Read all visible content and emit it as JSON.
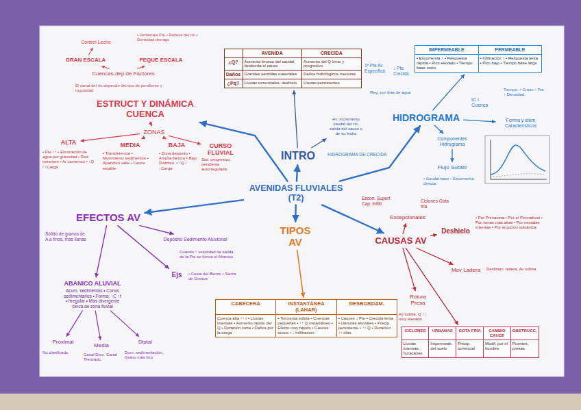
{
  "diagram": {
    "nodes": [
      {
        "text": [
          "AVENIDAS FLUVIALES (T2)"
        ]
      },
      {
        "text": [
          "INTRO"
        ]
      },
      {
        "text": [
          "TIPOS AV"
        ]
      },
      {
        "text": [
          "HIDROGRAMA"
        ]
      },
      {
        "text": [
          "CAUSAS AV"
        ]
      },
      {
        "text": [
          "EFECTOS AV"
        ]
      },
      {
        "text": [
          "ESTRUCT Y DINÁMICA CUENCA"
        ]
      },
      {
        "text": [
          "ZONAS"
        ]
      },
      {
        "text": [
          "ALTA"
        ]
      },
      {
        "text": [
          "MEDIA"
        ]
      },
      {
        "text": [
          "BAJA"
        ]
      },
      {
        "text": [
          "CURSO FLUVIAL"
        ]
      },
      {
        "text": [
          "GRAN ESCALA"
        ]
      },
      {
        "text": [
          "PEQUE ESCALA"
        ]
      },
      {
        "text": [
          "Cuencas dep de Factores"
        ]
      },
      {
        "text": [
          "Control Lecho"
        ]
      },
      {
        "text": [
          "AVENIDA",
          "CRECIDA",
          "¿Q?",
          "Aumento brusco del caudal, desborda el cauce",
          "Aumento del Q lento y progresivo",
          "Daños",
          "Grandes pérdidas materiales",
          "Daños hidrológicos menores",
          "¿Pq?",
          "Lluvias torrenciales, deshielo",
          "Lluvias persistentes"
        ]
      },
      {
        "text": [
          "Av: incremento caudal del río, salida del cauce o de su lecho"
        ]
      },
      {
        "text": [
          "ABANICO ALUVIAL",
          "Acum. sedimentos • Conos sedimentarios • Forma: ↑C ↑t • Irregular • Más divergente cerca de zona fluvial"
        ]
      },
      {
        "text": [
          "Ejs"
        ]
      },
      {
        "text": [
          "Proximal"
        ]
      },
      {
        "text": [
          "Media"
        ]
      },
      {
        "text": [
          "Distal"
        ]
      },
      {
        "text": [
          "Deshielo"
        ]
      },
      {
        "text": [
          "Excepcionales"
        ]
      },
      {
        "text": [
          "Mov Ladera"
        ]
      },
      {
        "text": [
          "Rotura Presa"
        ]
      },
      {
        "text": [
          "CABECERA",
          "INSTANTÁNEA (LAHAR)",
          "DESBORDAM.",
          "Cuenca alta ↑↑ t • Lluvias intensas • Aumento rápido del Q • Duración corta • Daños por la carga",
          "• Tormenta súbita • Cuencas pequeñas • ↑↑ Q instantáneo • Efecto muy rápido • Cauces secos • ↓ Infiltración",
          "• Cauces ↓ Pte • Crecida lenta • Llanuras aluviales • Precip. persistente • ↑↑ Q • Duración ↑↑ días"
        ]
      },
      {
        "text": [
          "CICLONES",
          "URBANAS",
          "GOTA FRÍA",
          "CAMBIO CAUCE",
          "OBSTRUCC.",
          "Lluvias intensas, huracanes",
          "Impermeab. del suelo",
          "Precip. torrencial",
          "Modif. por el hombre",
          "Puentes, presas"
        ]
      },
      {
        "text": [
          "Componentes Hidrograma"
        ]
      },
      {
        "text": [
          "Flujo Subter"
        ]
      },
      {
        "text": [
          "Forma y elem Característicos"
        ]
      },
      {
        "text": [
          "IMPERMEABLE",
          "PERMEABLE",
          "• Escorrentía ↑ • Respuesta rápida • Pico elevado • Tiempo base corto",
          "• Infiltración ↑ • Respuesta lenta • Pico bajo • Tiempo base largo"
        ]
      },
      {
        "text": [
          "Depósito Sedimento Aluvional"
        ]
      }
    ],
    "edges": [
      {
        "from": 0,
        "to": 1,
        "arrow": "to"
      },
      {
        "from": 0,
        "to": 2,
        "arrow": "to"
      },
      {
        "from": 0,
        "to": 3,
        "arrow": "to"
      },
      {
        "from": 0,
        "to": 4,
        "arrow": "to"
      },
      {
        "from": 0,
        "to": 5,
        "arrow": "to"
      },
      {
        "from": 0,
        "to": 6,
        "arrow": "to"
      },
      {
        "from": 6,
        "to": 7,
        "arrow": "to"
      },
      {
        "from": 7,
        "to": 8,
        "arrow": "to"
      },
      {
        "from": 7,
        "to": 9,
        "arrow": "to"
      },
      {
        "from": 7,
        "to": 10,
        "arrow": "to"
      },
      {
        "from": 7,
        "to": 11,
        "arrow": "to"
      },
      {
        "from": 14,
        "to": 12,
        "arrow": "to"
      },
      {
        "from": 14,
        "to": 13,
        "arrow": "to"
      },
      {
        "from": 12,
        "to": 15,
        "arrow": "to"
      },
      {
        "from": 1,
        "to": 16,
        "arrow": "to"
      },
      {
        "from": 1,
        "to": 17,
        "arrow": "to"
      },
      {
        "from": 5,
        "to": 18,
        "arrow": "to"
      },
      {
        "from": 5,
        "to": 19,
        "arrow": "to"
      },
      {
        "from": 5,
        "to": 33,
        "arrow": "to"
      },
      {
        "from": 18,
        "to": 20,
        "arrow": "to"
      },
      {
        "from": 18,
        "to": 21,
        "arrow": "to"
      },
      {
        "from": 18,
        "to": 22,
        "arrow": "to"
      },
      {
        "from": 4,
        "to": 23,
        "arrow": "to"
      },
      {
        "from": 4,
        "to": 24,
        "arrow": "to"
      },
      {
        "from": 4,
        "to": 25,
        "arrow": "to"
      },
      {
        "from": 4,
        "to": 26,
        "arrow": "to"
      },
      {
        "from": 4,
        "to": 28,
        "arrow": "to"
      },
      {
        "from": 2,
        "to": 27,
        "arrow": "to"
      },
      {
        "from": 3,
        "to": 29,
        "arrow": "to"
      },
      {
        "from": 29,
        "to": 30,
        "arrow": "to"
      },
      {
        "from": 3,
        "to": 31,
        "arrow": "to"
      },
      {
        "from": 3,
        "to": 32,
        "arrow": "to"
      }
    ],
    "labels": [
      "• Vertientes Pte • Relieve del río • Densidad drenaje",
      "El canal del río depende del tipo de pendiente y rugosidad",
      "• Pte ↑↑ • Eliminación de agua por gravedad • Red torrentes • Ar comienzo • ↓Q / ↑Carga",
      "• Transferencia • Movimiento sedimentos • Aparición valle • Cauce estable",
      "• Zona depósito • Amplia llanura • Bajo Distribut. • ↑Q / ↓Carga",
      "Sist. progresivo, pendiente autorregulada",
      "1ª Pte Av Específica",
      "↓ Pte Crecida",
      "Reg. por días de agua",
      "tC I Cuenca",
      "Tiempo: ↑ Cmax ↑ Pte ↑ Densidad",
      "• Caudal base • Escorrentía directa",
      "HIDROGRAMA DE CRECIDA",
      "Escorr. Superf. Cap. Infiltr.",
      "Ciclones Gota fría",
      "• Por Primavera • Por el Permafrost • Por zonas más altas • Por nevadas intensas • Por erupción volcánica",
      "Deslizam. ladera, Av súbita",
      "Av súbita, Q ↑↑ muy elevado",
      "Sólido de granos de A a finos, más llanas",
      "Cuando ↑ velocidad de salida de la Pte se forma el Abanico",
      "• Costa del Bierzo • Sierra de Gredos",
      "No clasificado",
      "Canal Dom. Canal Trenzado",
      "Dom. sedimentación, Grano más fino"
    ]
  }
}
